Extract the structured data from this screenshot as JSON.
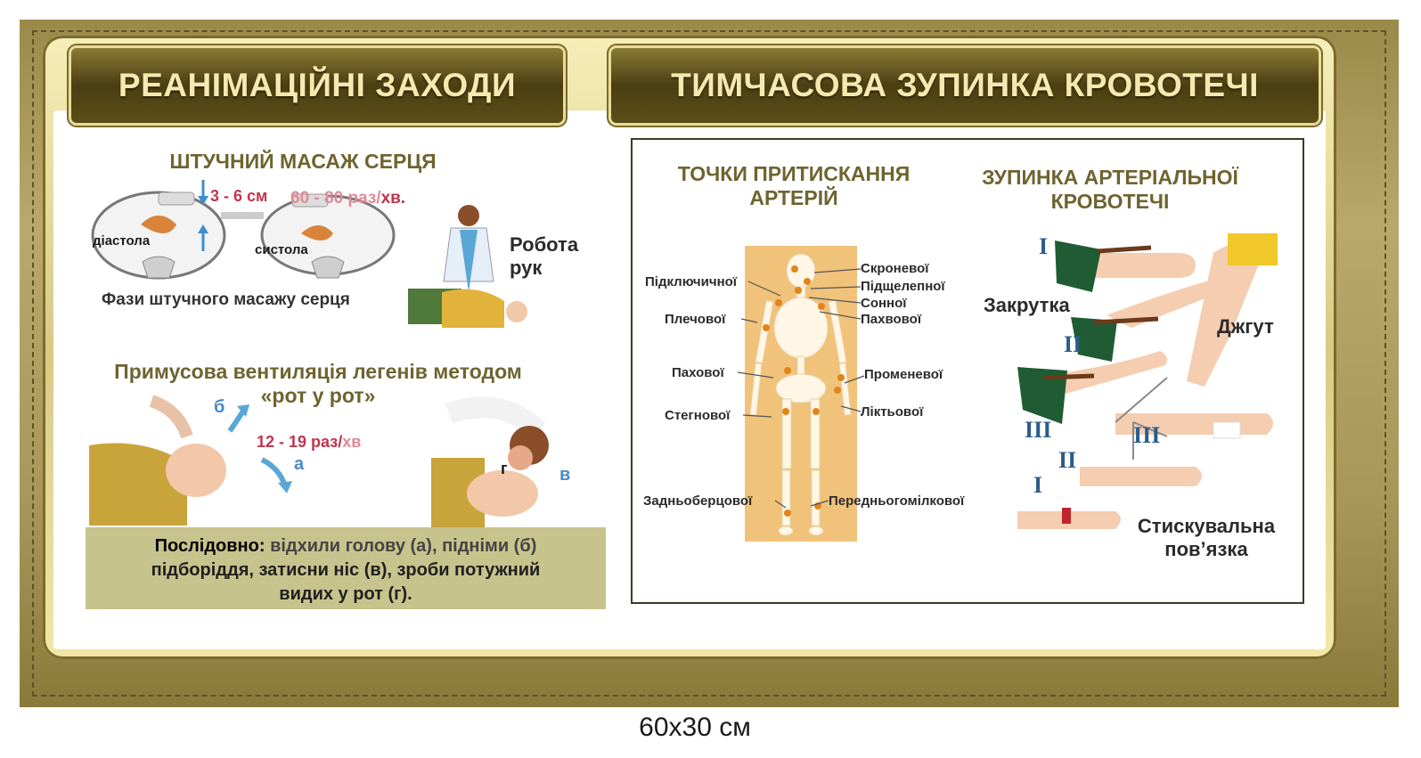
{
  "titles": {
    "left": "РЕАНІМАЦІЙНІ ЗАХОДИ",
    "right": "ТИМЧАСОВА ЗУПИНКА КРОВОТЕЧІ"
  },
  "heart_massage": {
    "heading": "ШТУЧНИЙ МАСАЖ СЕРЦЯ",
    "depth": "3 - 6 см",
    "rate_value": "60 - 80 раз/",
    "rate_unit": "хв.",
    "diastole": "діастола",
    "systole": "систола",
    "caption": "Фази штучного масажу серця",
    "hands_line1": "Робота",
    "hands_line2": "рук"
  },
  "ventilation": {
    "heading_line1": "Примусова вентиляція легенів методом",
    "heading_line2": "«рот у рот»",
    "rate_value": "12 - 19 раз/",
    "rate_unit": "хв",
    "letter_a": "а",
    "letter_b": "б",
    "letter_v": "в",
    "letter_g": "г"
  },
  "instructions": {
    "label": "Послідовно:",
    "line1_rest": " відхили голову (а), підніми (б)",
    "line2": "підборіддя, затисни ніс (в), зроби потужний",
    "line3": "видих у рот (г)."
  },
  "arteries": {
    "heading_line1": "ТОЧКИ ПРИТИСКАННЯ",
    "heading_line2": "АРТЕРІЙ",
    "left_labels": [
      "Підключичної",
      "Плечової",
      "Пахової",
      "Стегнової",
      "Задньоберцової"
    ],
    "right_labels": [
      "Скроневої",
      "Підщелепної",
      "Сонної",
      "Пахвової",
      "Променевої",
      "Ліктьової",
      "Передньогомілкової"
    ]
  },
  "arterial_bleeding": {
    "heading_line1": "ЗУПИНКА АРТЕРІАЛЬНОЇ",
    "heading_line2": "КРОВОТЕЧІ",
    "twist": "Закрутка",
    "tourniquet": "Джгут",
    "bandage_line1": "Стискувальна",
    "bandage_line2": "пов’язка",
    "roman": [
      "I",
      "II",
      "III",
      "III",
      "II",
      "I"
    ]
  },
  "footer": "60x30 см",
  "colors": {
    "gold": "#b9a86a",
    "plate_dark": "#4b3f12",
    "plate_text": "#f6e9b0",
    "heading_olive": "#6e6430",
    "accent_red": "#c2344e",
    "accent_blue": "#4a8ac4",
    "green_cloth": "#1f5c33"
  }
}
